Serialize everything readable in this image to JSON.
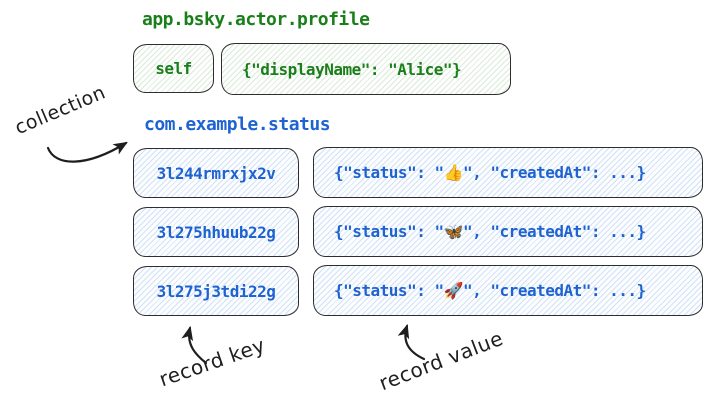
{
  "profile_section": {
    "collection_name": "app.bsky.actor.profile",
    "record": {
      "key": "self",
      "value": "{\"displayName\": \"Alice\"}"
    }
  },
  "status_section": {
    "collection_name": "com.example.status",
    "records": [
      {
        "key": "3l244rmrxjx2v",
        "value": "{\"status\": \"👍\", \"createdAt\": ...}"
      },
      {
        "key": "3l275hhuub22g",
        "value": "{\"status\": \"🦋\", \"createdAt\": ...}"
      },
      {
        "key": "3l275j3tdi22g",
        "value": "{\"status\": \"🚀\", \"createdAt\": ...}"
      }
    ]
  },
  "annotations": {
    "collection_label": "collection",
    "record_key_label": "record key",
    "record_value_label": "record value"
  },
  "colors": {
    "green_text": "#1a7f1a",
    "green_hatch": "#e8f3e8",
    "blue_text": "#1e63d0",
    "blue_hatch": "#dfeafa",
    "box_border": "#2e2e2e",
    "annotation_ink": "#1e1e1e",
    "background": "#ffffff"
  }
}
